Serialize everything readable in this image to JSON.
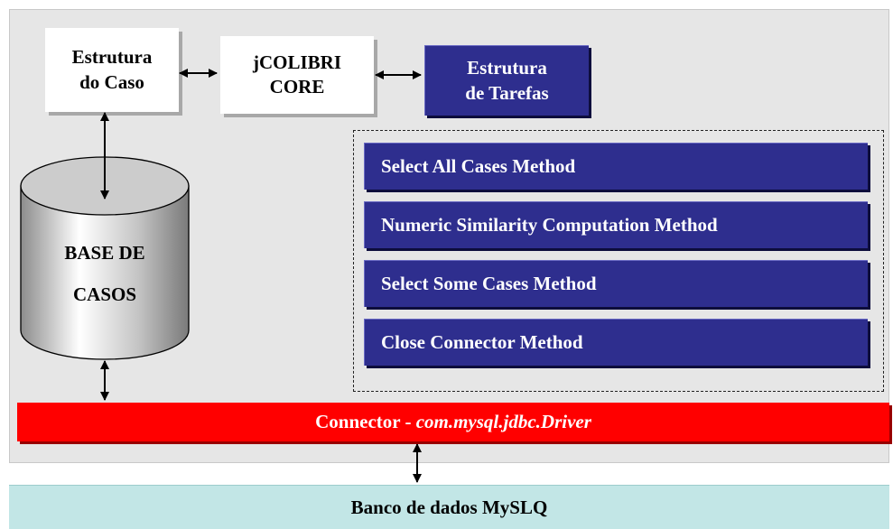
{
  "structure_box": {
    "line1": "Estrutura",
    "line2": "do Caso"
  },
  "core_box": {
    "line1": "jCOLIBRI",
    "line2": "CORE"
  },
  "tasks_box": {
    "line1": "Estrutura",
    "line2": "de Tarefas"
  },
  "database": {
    "line1": "BASE DE",
    "line2": "CASOS"
  },
  "methods": [
    "Select All Cases Method",
    "Numeric Similarity Computation Method",
    "Select Some Cases Method",
    "Close Connector Method"
  ],
  "connector": {
    "prefix": "Connector - ",
    "driver": "com.mysql.jdbc.Driver"
  },
  "bank": {
    "label": "Banco de dados MySLQ"
  },
  "colors": {
    "panel": "#e6e6e6",
    "method_blue": "#2e2e8e",
    "connector_red": "#ff0000",
    "bank_teal": "#c2e6e6"
  }
}
